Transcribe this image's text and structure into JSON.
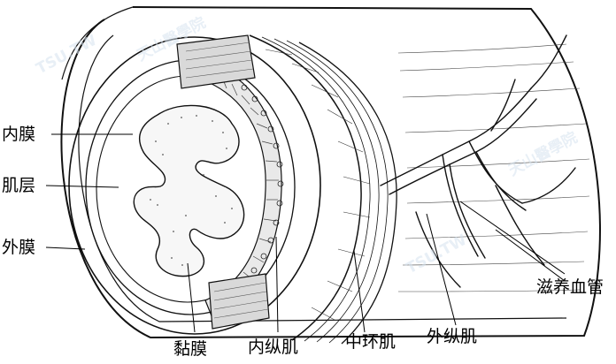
{
  "labels": {
    "inner_membrane": "内膜",
    "muscle_layer": "肌层",
    "outer_membrane": "外膜",
    "vasa_vasorum": "滋养血管",
    "mucosa": "黏膜",
    "inner_longitudinal": "内纵肌",
    "middle_circular": "中环肌",
    "outer_longitudinal": "外纵肌"
  },
  "watermark": {
    "text_latin": "TSU.TW",
    "text_cjk": "天山醫學院"
  }
}
